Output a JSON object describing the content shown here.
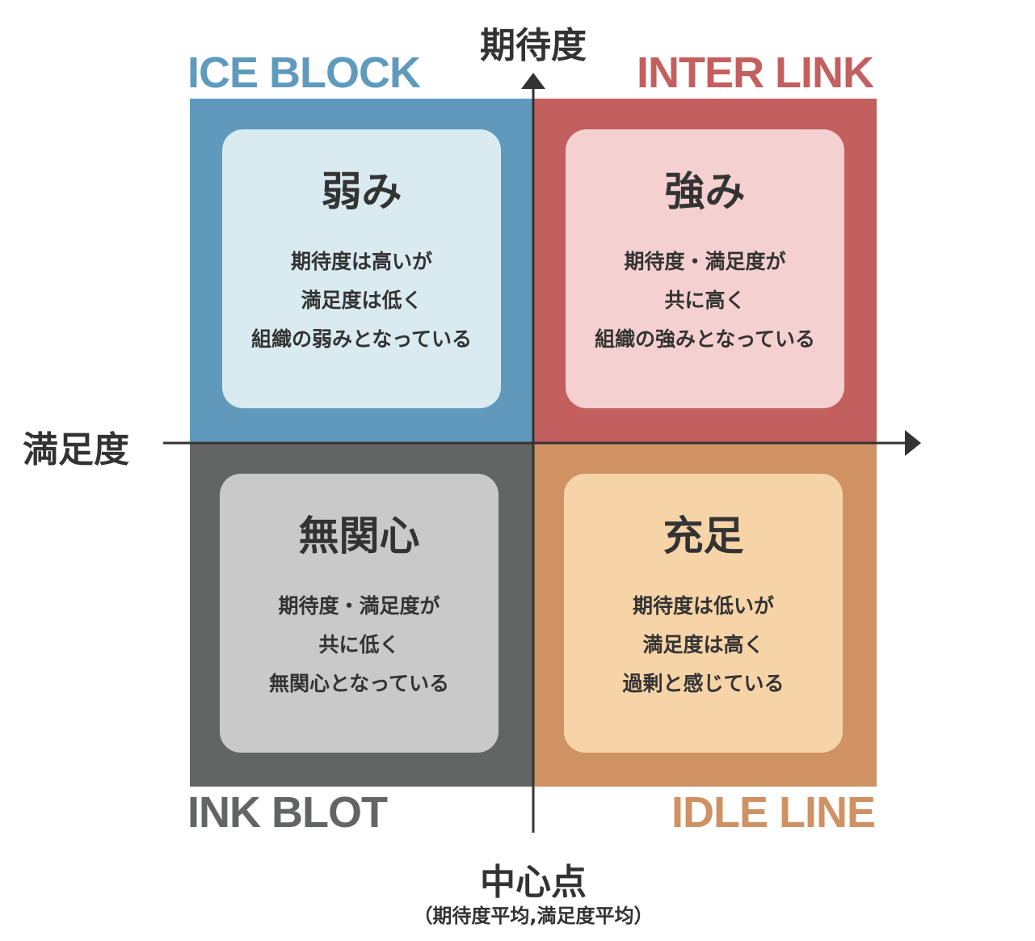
{
  "axes": {
    "y_label": "期待度",
    "x_label": "満足度",
    "center_label": "中心点",
    "center_sub": "（期待度平均,満足度平均）",
    "color": "#333333"
  },
  "quadrants": {
    "top_left": {
      "name": "ICE BLOCK",
      "title": "弱み",
      "lines": [
        "期待度は高いが",
        "満足度は低く",
        "組織の弱みとなっている"
      ],
      "color": "#5f9abd",
      "card_color": "#d9ebf1"
    },
    "top_right": {
      "name": "INTER LINK",
      "title": "強み",
      "lines": [
        "期待度・満足度が",
        "共に高く",
        "組織の強みとなっている"
      ],
      "color": "#c35f5e",
      "card_color": "#f5d0d0"
    },
    "bottom_left": {
      "name": "INK BLOT",
      "title": "無関心",
      "lines": [
        "期待度・満足度が",
        "共に低く",
        "無関心となっている"
      ],
      "color": "#626564",
      "card_color": "#c9c9c9"
    },
    "bottom_right": {
      "name": "IDLE LINE",
      "title": "充足",
      "lines": [
        "期待度は低いが",
        "満足度は高く",
        "過剰と感じている"
      ],
      "color": "#d09163",
      "card_color": "#f6d4a8"
    }
  }
}
